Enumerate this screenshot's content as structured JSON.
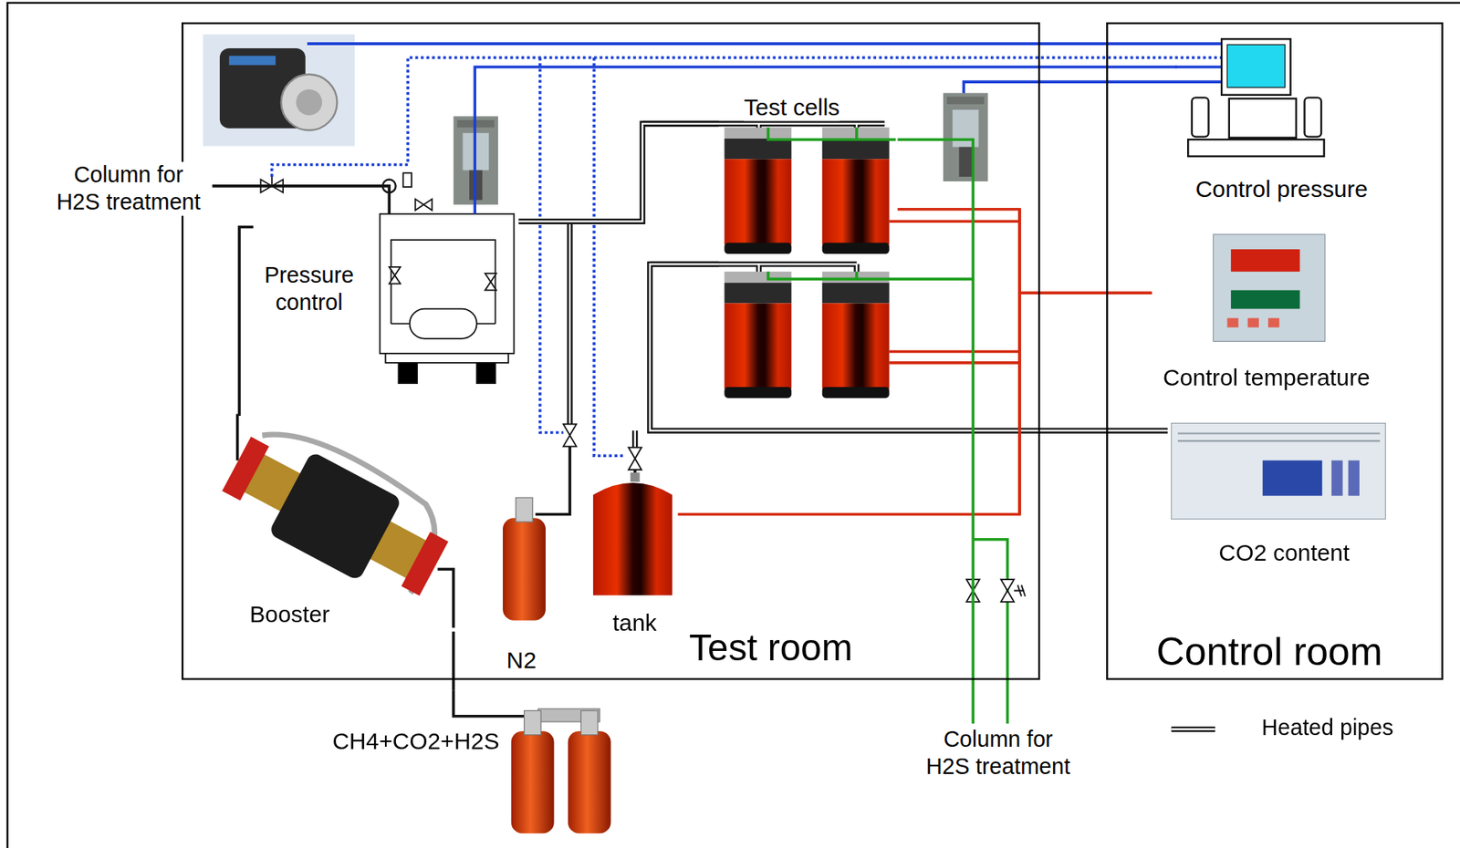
{
  "diagram": {
    "nodes": [
      {
        "text": [
          "Column for H2S treatment"
        ]
      },
      {
        "text": [
          "Test room"
        ]
      },
      {
        "text": [
          "Pressure control"
        ],
        "in": 1
      },
      {
        "text": [
          "Test cells"
        ],
        "in": 1
      },
      {
        "text": [
          "Booster"
        ],
        "in": 1
      },
      {
        "text": [
          "N2"
        ],
        "in": 1
      },
      {
        "text": [
          "tank"
        ],
        "in": 1
      },
      {
        "text": [
          "Control room"
        ]
      },
      {
        "text": [
          "Control pressure"
        ],
        "in": 7
      },
      {
        "text": [
          "Control temperature"
        ],
        "in": 7
      },
      {
        "text": [
          "CO2 content"
        ],
        "in": 7
      },
      {
        "text": [
          "CH4+CO2+H2S"
        ]
      },
      {
        "text": [
          "Column for H2S treatment"
        ]
      }
    ],
    "edges": [
      {
        "from": 11,
        "to": 4,
        "arrow": "none"
      },
      {
        "from": 4,
        "to": 2,
        "arrow": "none"
      },
      {
        "from": 2,
        "to": 0,
        "arrow": "none"
      },
      {
        "from": 2,
        "to": 3,
        "arrow": "none"
      },
      {
        "from": 3,
        "to": 10,
        "arrow": "none"
      },
      {
        "from": 3,
        "to": 9,
        "arrow": "none"
      },
      {
        "from": 6,
        "to": 9,
        "arrow": "none"
      },
      {
        "from": 3,
        "to": 12,
        "arrow": "none"
      },
      {
        "from": 8,
        "to": 2,
        "arrow": "none"
      }
    ],
    "legend": [
      {
        "text": "Heated pipes"
      }
    ]
  }
}
